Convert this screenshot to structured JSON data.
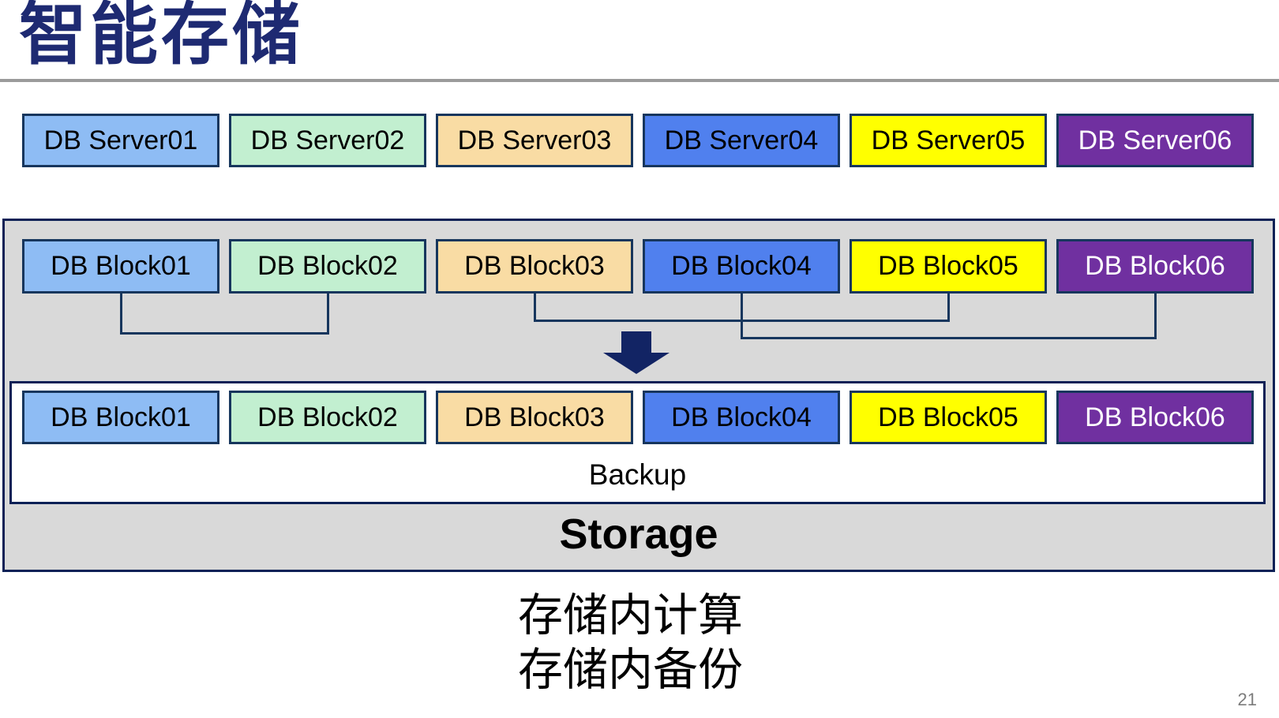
{
  "page": {
    "title": "智能存储",
    "page_number": "21"
  },
  "servers": [
    "DB Server01",
    "DB Server02",
    "DB Server03",
    "DB Server04",
    "DB Server05",
    "DB Server06"
  ],
  "blocks_top": [
    "DB Block01",
    "DB Block02",
    "DB Block03",
    "DB Block04",
    "DB Block05",
    "DB Block06"
  ],
  "blocks_bottom": [
    "DB Block01",
    "DB Block02",
    "DB Block03",
    "DB Block04",
    "DB Block05",
    "DB Block06"
  ],
  "storage": {
    "backup_label": "Backup",
    "storage_label": "Storage"
  },
  "caption": {
    "line1": "存储内计算",
    "line2": "存储内备份"
  },
  "connections": [
    [
      "DB Block01",
      "DB Block02"
    ],
    [
      "DB Block03",
      "DB Block05"
    ],
    [
      "DB Block04",
      "DB Block06"
    ]
  ],
  "icons": {
    "down_arrow": "▼"
  },
  "palette": {
    "title_color": "#1E2A72",
    "divider_gray": "#9B9B9B",
    "box_border": "#17365D",
    "box_fills": [
      "#8EBCF4",
      "#C2EFD0",
      "#F9DCA4",
      "#5080EE",
      "#FFFF00",
      "#7030A0"
    ],
    "box_text": [
      "#000000",
      "#000000",
      "#000000",
      "#000000",
      "#000000",
      "#FFFFFF"
    ],
    "container_fill": "#D9D9D9",
    "container_border": "#0D2156",
    "backup_box_fill": "#FFFFFF",
    "connector_color": "#17365D",
    "arrow_color": "#122464",
    "caption_color": "#000000",
    "page_number_color": "#7C7C7C"
  }
}
